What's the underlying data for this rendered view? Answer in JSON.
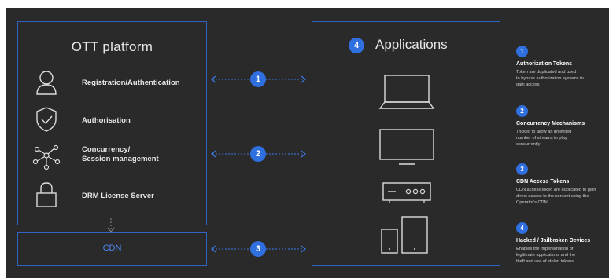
{
  "ott_platform": {
    "title": "OTT platform",
    "services": [
      {
        "label": "Registration/Authentication",
        "icon": "user-icon"
      },
      {
        "label": "Authorisation",
        "icon": "shield-check-icon"
      },
      {
        "label": "Concurrency/\nSession management",
        "icon": "network-nodes-icon"
      },
      {
        "label": "DRM License Server",
        "icon": "lock-icon"
      }
    ]
  },
  "cdn": {
    "label": "CDN"
  },
  "applications": {
    "number": "4",
    "title": "Applications",
    "devices": [
      "laptop-icon",
      "tv-icon",
      "set-top-box-icon",
      "tablet-phone-icon"
    ]
  },
  "connectors": [
    "1",
    "2",
    "3"
  ],
  "threats": [
    {
      "number": "1",
      "title": "Authorization Tokens",
      "desc": "Token are duplicated and used\nto bypass authorization systems to\ngain access"
    },
    {
      "number": "2",
      "title": "Concurrency Mechanisms",
      "desc": "Tricked to allow an unlimited\nnumber of streams to play\nconcurrently"
    },
    {
      "number": "3",
      "title": "CDN Access Tokens",
      "desc": "CDN access token are duplicated to gain\ndirect access to the content using the\nOperator's CDN"
    },
    {
      "number": "4",
      "title": "Hacked / Jailbroken Devices",
      "desc": "Enables the impersonation of\nlegitimate applications and the\ntheft and use of stolen tokens"
    }
  ],
  "colors": {
    "background": "#2a2a2a",
    "accent": "#2f6fe0",
    "border": "#2f64c4",
    "text": "#e6e6e6"
  }
}
